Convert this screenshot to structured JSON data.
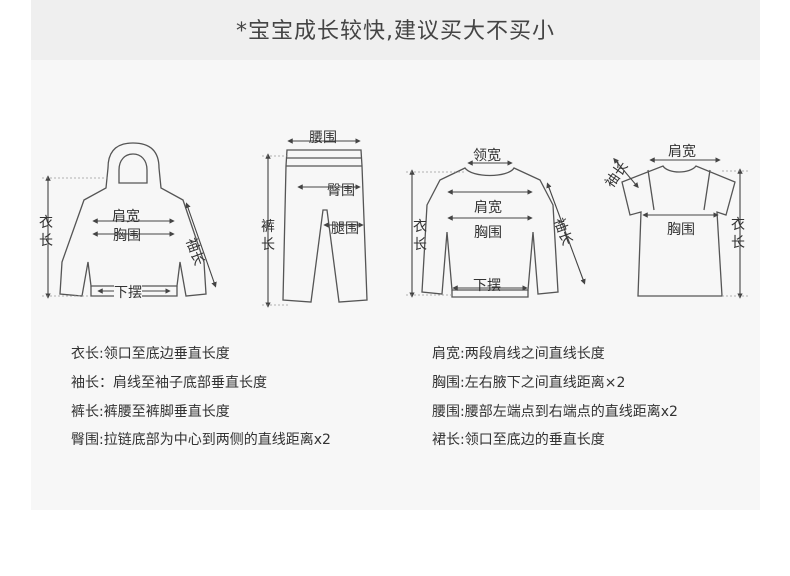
{
  "header": {
    "title": "*宝宝成长较快,建议买大不买小"
  },
  "figures": {
    "hoodie": {
      "shoulder": "肩宽",
      "chest": "胸围",
      "hem": "下摆",
      "body_len": "衣长",
      "sleeve": "袖长"
    },
    "pants": {
      "waist": "腰围",
      "hip": "臀围",
      "thigh": "腿围",
      "pants_len": "裤长"
    },
    "sweater": {
      "collar": "领宽",
      "shoulder": "肩宽",
      "chest": "胸围",
      "hem": "下摆",
      "body_len": "衣长",
      "sleeve": "袖长"
    },
    "tshirt": {
      "shoulder": "肩宽",
      "chest": "胸围",
      "sleeve": "袖长",
      "body_len": "衣长"
    }
  },
  "descriptions": {
    "left": [
      "衣长:领口至底边垂直长度",
      "袖长：肩线至袖子底部垂直长度",
      "裤长:裤腰至裤脚垂直长度",
      "臀围:拉链底部为中心到两侧的直线距离x2"
    ],
    "right": [
      "肩宽:两段肩线之间直线长度",
      "胸围:左右腋下之间直线距离×2",
      "腰围:腰部左端点到右端点的直线距离x2",
      "裙长:领口至底边的垂直长度"
    ]
  }
}
